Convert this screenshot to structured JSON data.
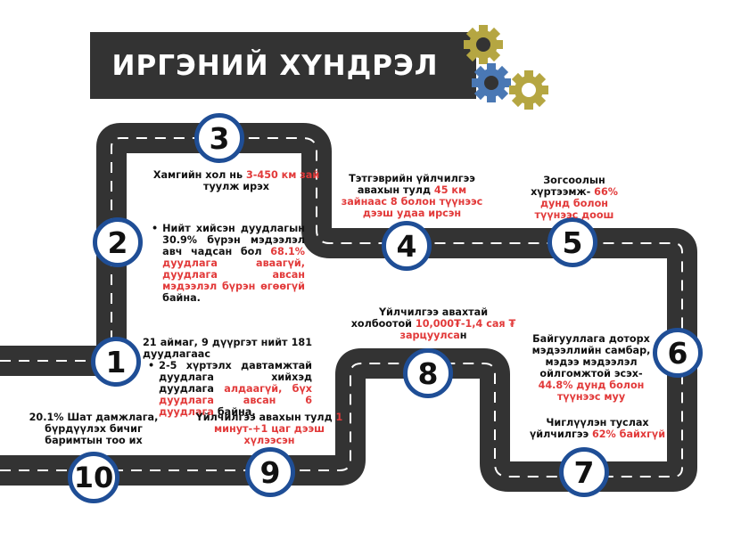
{
  "title": "ИРГЭНИЙ ХҮНДРЭЛ",
  "colors": {
    "road": "#333333",
    "ring": "#1f4e96",
    "highlight": "#e23a3a",
    "gear_olive": "#b5a642",
    "gear_blue": "#4a78b4",
    "gear_dark": "#333333"
  },
  "icons": [
    "gears-icon"
  ],
  "steps": {
    "s1": {
      "num": "1",
      "intro": "21 аймаг, 9 дүүргэт нийт 181 дуудлагаас",
      "b_a": "2-5 хүртэлх давтамжтай дуудлага хийхэд дуудлага ",
      "b_r": "алдаагүй, бүх дуудлага авсан 6 дуудлага",
      "b_b": " байна."
    },
    "s2": {
      "num": "2",
      "a": "Нийт хийсэн дуудлагын 30.9% бүрэн мэдээлэл авч чадсан бол ",
      "r": "68.1% дуудлага аваагүй, дуудлага авсан мэдээлэл бүрэн өгөөгүй",
      "b": " байна."
    },
    "s3": {
      "num": "3",
      "a": "Хамгийн хол нь ",
      "r": "3-450 км зай",
      "b": " туулж ирэх"
    },
    "s4": {
      "num": "4",
      "a": "Тэтгэврийн үйлчилгээ авахын тулд ",
      "r": "45 км зайнаас 8 болон түүнээс дээш удаа ирсэн",
      "b": ""
    },
    "s5": {
      "num": "5",
      "a": "Зогсоолын хүртээмж- ",
      "r": "66% дунд болон түүнээс доош",
      "b": ""
    },
    "s6": {
      "num": "6",
      "a": "Байгууллага доторх мэдээллийн самбар, мэдээ мэдээлэл ойлгомжтой эсэх- ",
      "r": "44.8% дунд болон түүнээс муу",
      "b": ""
    },
    "s7": {
      "num": "7",
      "a": "Чиглүүлэн туслах үйлчилгээ ",
      "r": "62% байхгүй",
      "b": ""
    },
    "s8": {
      "num": "8",
      "a": "Үйлчилгээ авахтай холбоотой ",
      "r": "10,000₮-1,4 сая ₮ зарцуулса",
      "b": "н"
    },
    "s9": {
      "num": "9",
      "a": "Үйлчилгээ авахын тулд ",
      "r": "1 минут-+1 цаг дээш хүлээсэн",
      "b": ""
    },
    "s10": {
      "num": "10",
      "a": "20.1% Шат дамжлага, бүрдүүлэх бичиг баримтын тоо их",
      "r": "",
      "b": ""
    }
  }
}
